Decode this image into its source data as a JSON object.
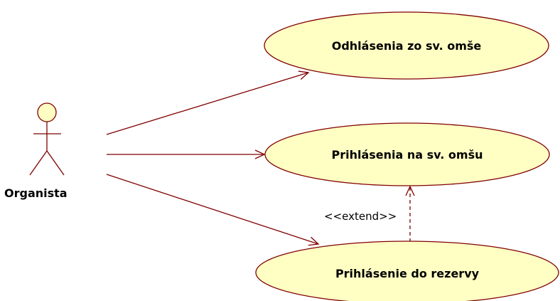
{
  "actor": {
    "name": "Organista",
    "icon": "stick-figure-actor-icon"
  },
  "use_cases": [
    {
      "id": "uc1",
      "label": "Odhlásenia zo sv. omše"
    },
    {
      "id": "uc2",
      "label": "Prihlásenia na sv. omšu"
    },
    {
      "id": "uc3",
      "label": "Prihlásenie do rezervy"
    }
  ],
  "relations": [
    {
      "from": "Organista",
      "to": "Odhlásenia zo sv. omše",
      "type": "association"
    },
    {
      "from": "Organista",
      "to": "Prihlásenia na sv. omšu",
      "type": "association"
    },
    {
      "from": "Organista",
      "to": "Prihlásenie do rezervy",
      "type": "association"
    },
    {
      "from": "Prihlásenie do rezervy",
      "to": "Prihlásenia na sv. omšu",
      "type": "extend",
      "label": "<<extend>>"
    }
  ],
  "colors": {
    "use_case_fill": "#ffffc4",
    "use_case_stroke": "#800000",
    "line": "#800000",
    "actor_fill": "#ffffc4"
  }
}
